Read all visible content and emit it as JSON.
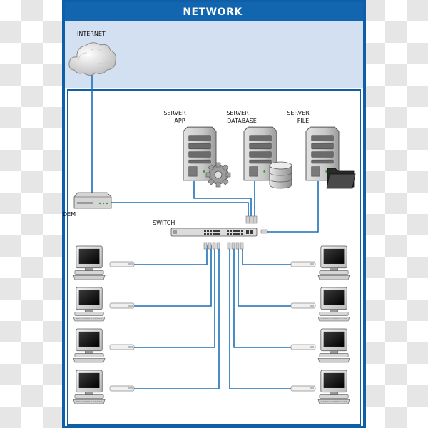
{
  "title": "NETWORK",
  "internet": {
    "label": "INTERNET"
  },
  "modem": {
    "label": "DEM"
  },
  "switch": {
    "label": "SWITCH"
  },
  "servers": [
    {
      "line1": "SERVER",
      "line2": "APP"
    },
    {
      "line1": "SERVER",
      "line2": "DATABASE"
    },
    {
      "line1": "SERVER",
      "line2": "FILE"
    }
  ],
  "workstations": {
    "left_count": 4,
    "right_count": 4
  },
  "colors": {
    "frame": "#0e5fa8",
    "header": "#1266b0",
    "internet_zone": "#d3e0f2",
    "cable": "#1d6fb8",
    "server_body": "#c8c8c8",
    "screen": "#111111"
  }
}
